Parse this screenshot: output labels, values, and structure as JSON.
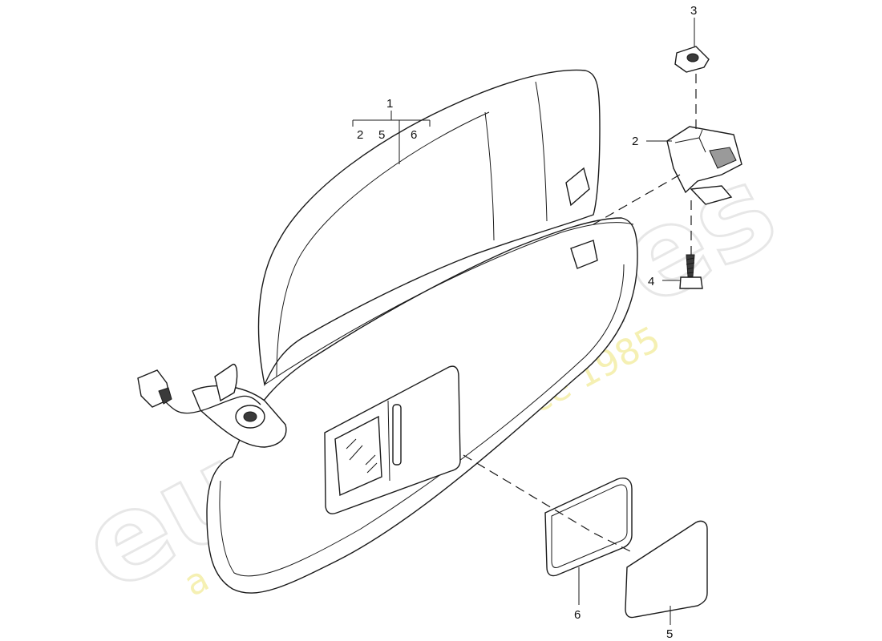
{
  "callouts": {
    "c1": "1",
    "c1_sub": [
      "2",
      "5",
      "6"
    ],
    "c2": "2",
    "c3": "3",
    "c4": "4",
    "c5": "5",
    "c6": "6"
  },
  "watermark": {
    "brand": "eurospares",
    "tagline": "a passion for parts since 1985"
  },
  "colors": {
    "line": "#1a1a1a",
    "watermark_brand": "#d8d8d8",
    "watermark_tagline": "#f2ec9a"
  }
}
